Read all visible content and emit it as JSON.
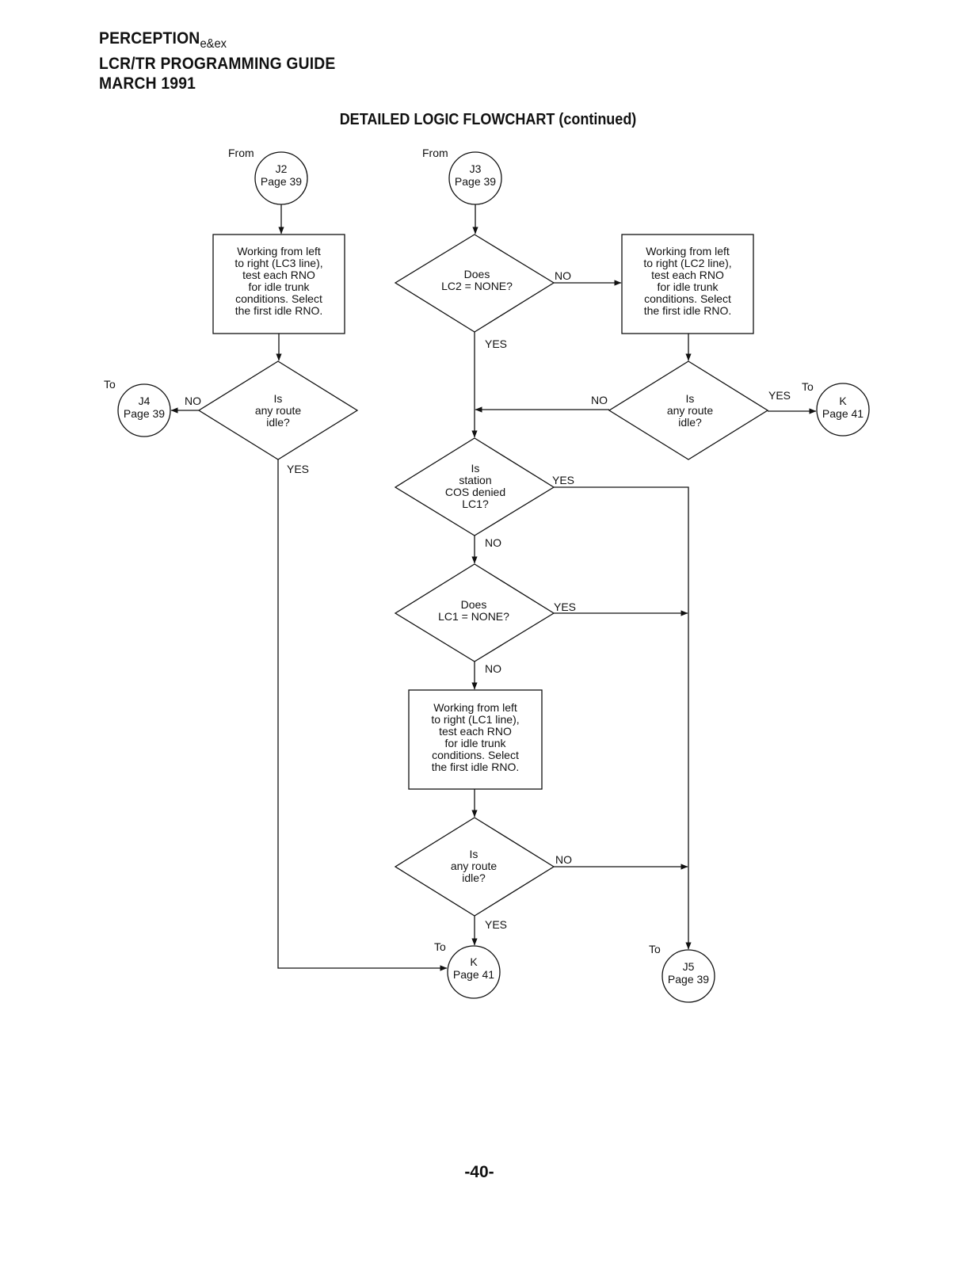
{
  "header": {
    "product": "PERCEPTION",
    "product_suffix": "e&ex",
    "guide": "LCR/TR PROGRAMMING GUIDE",
    "date": "MARCH 1991"
  },
  "title": "DETAILED LOGIC FLOWCHART (continued)",
  "page_number": "-40-",
  "labels": {
    "from": "From",
    "to": "To",
    "yes": "YES",
    "no": "NO"
  },
  "connectors": {
    "j2": {
      "id": "J2",
      "page": "Page 39"
    },
    "j3": {
      "id": "J3",
      "page": "Page 39"
    },
    "j4": {
      "id": "J4",
      "page": "Page 39"
    },
    "k_right": {
      "id": "K",
      "page": "Page 41"
    },
    "k_bottom": {
      "id": "K",
      "page": "Page 41"
    },
    "j5": {
      "id": "J5",
      "page": "Page 39"
    }
  },
  "processes": {
    "lc3": [
      "Working from left",
      "to right (LC3 line),",
      "test each RNO",
      "for idle trunk",
      "conditions. Select",
      "the first idle RNO."
    ],
    "lc2": [
      "Working from left",
      "to right (LC2 line),",
      "test each RNO",
      "for idle trunk",
      "conditions. Select",
      "the first idle RNO."
    ],
    "lc1": [
      "Working from left",
      "to right (LC1 line),",
      "test each RNO",
      "for idle trunk",
      "conditions. Select",
      "the first idle RNO."
    ]
  },
  "decisions": {
    "lc2_none": [
      "Does",
      "LC2 = NONE?"
    ],
    "route_idle_left": [
      "Is",
      "any route",
      "idle?"
    ],
    "route_idle_right": [
      "Is",
      "any route",
      "idle?"
    ],
    "cos_denied": [
      "Is",
      "station",
      "COS denied",
      "LC1?"
    ],
    "lc1_none": [
      "Does",
      "LC1 = NONE?"
    ],
    "route_idle_bottom": [
      "Is",
      "any route",
      "idle?"
    ]
  }
}
